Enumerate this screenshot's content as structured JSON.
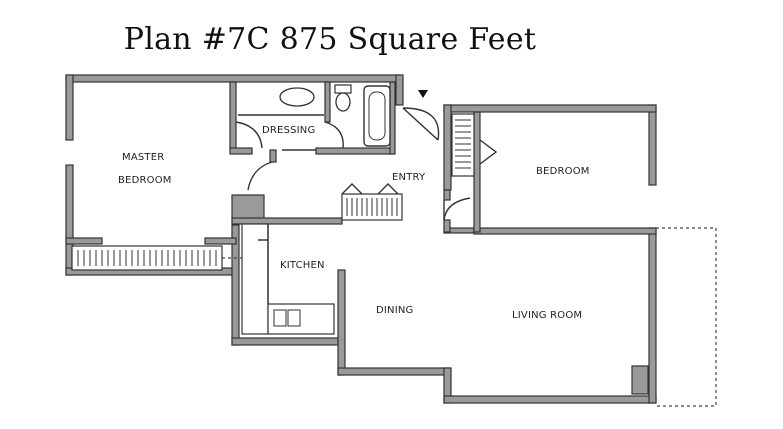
{
  "title": "Plan #7C 875 Square Feet",
  "rooms": {
    "master_line1": "MASTER",
    "master_line2": "BEDROOM",
    "dressing": "DRESSING",
    "entry": "ENTRY",
    "bedroom": "BEDROOM",
    "kitchen": "KITCHEN",
    "dining": "DINING",
    "living": "LIVING ROOM"
  }
}
